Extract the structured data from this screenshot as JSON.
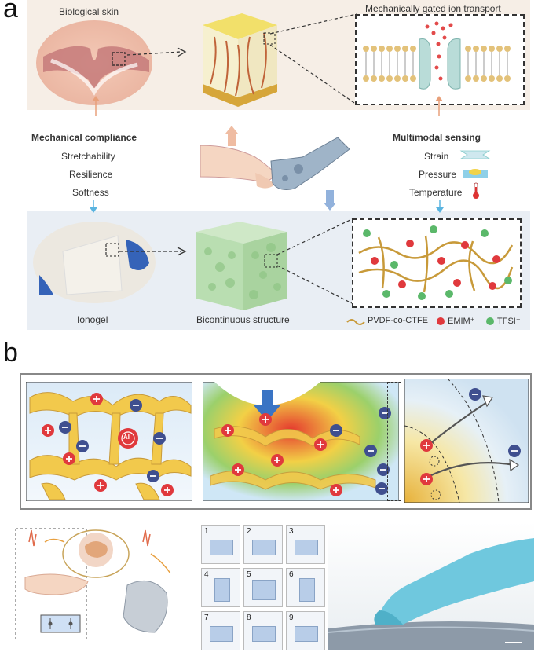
{
  "panel_a": {
    "letter": "a",
    "biological_skin": "Biological skin",
    "ion_transport_title": "Mechanically gated ion transport",
    "mechanical_compliance": {
      "heading": "Mechanical compliance",
      "items": [
        "Stretchability",
        "Resilience",
        "Softness"
      ]
    },
    "multimodal_sensing": {
      "heading": "Multimodal sensing",
      "items": [
        "Strain",
        "Pressure",
        "Temperature"
      ]
    },
    "ionogel": "Ionogel",
    "bicontinuous": "Bicontinuous structure",
    "legend": {
      "polymer": "PVDF-co-CTFE",
      "cation": "EMIM⁺",
      "anion": "TFSI⁻"
    }
  },
  "panel_b": {
    "letter": "b",
    "ai_badge": "AI",
    "grid_numbers": [
      "1",
      "2",
      "3",
      "4",
      "5",
      "6",
      "7",
      "8",
      "9"
    ]
  },
  "colors": {
    "polymer": "#d6a63a",
    "cation": "#e0393d",
    "anion": "#3f4f8f",
    "anion_green": "#5bb86a",
    "arrow_blue": "#4a7fc4",
    "arrow_orange": "#e8a07a"
  }
}
